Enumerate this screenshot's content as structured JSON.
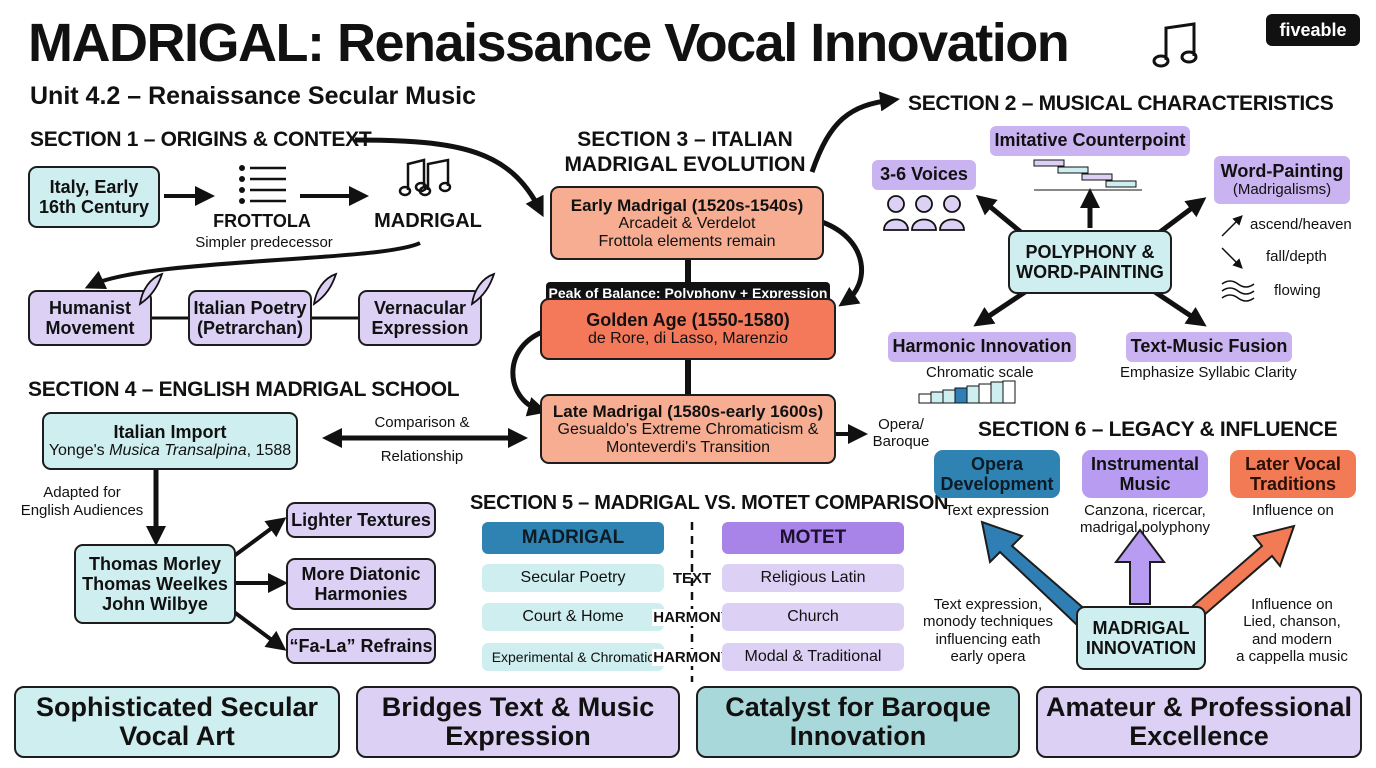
{
  "header": {
    "title": "MADRIGAL: Renaissance Vocal Innovation",
    "subtitle": "Unit 4.2 – Renaissance Secular Music",
    "brand": "fiveable"
  },
  "section1": {
    "title": "SECTION 1 – ORIGINS & CONTEXT",
    "italy": "Italy, Early 16th Century",
    "frottola": "FROTTOLA",
    "frottola_sub": "Simpler predecessor",
    "madrigal": "MADRIGAL",
    "influences": [
      "Humanist Movement",
      "Italian Poetry (Petrarchan)",
      "Vernacular Expression"
    ]
  },
  "section2": {
    "title": "SECTION 2 – MUSICAL CHARACTERISTICS",
    "center": "POLYPHONY & WORD-PAINTING",
    "voices": "3-6 Voices",
    "imitative": "Imitative Counterpoint",
    "word_painting": "Word-Painting",
    "word_painting_sub": "(Madrigalisms)",
    "wp_examples": [
      "ascend/heaven",
      "fall/depth",
      "flowing"
    ],
    "harmonic": "Harmonic Innovation",
    "harmonic_sub": "Chromatic scale",
    "text_music": "Text-Music Fusion",
    "text_music_sub": "Emphasize Syllabic Clarity"
  },
  "section3": {
    "title": "SECTION 3 – ITALIAN MADRIGAL EVOLUTION",
    "early_title": "Early Madrigal (1520s-1540s)",
    "early_lines": [
      "Arcadeit & Verdelot",
      "Frottola elements remain"
    ],
    "peak_label": "Peak of Balance: Polyphony + Expression",
    "golden_title": "Golden Age (1550-1580)",
    "golden_line": "de Rore, di Lasso, Marenzio",
    "late_title": "Late Madrigal (1580s-early 1600s)",
    "late_lines": [
      "Gesualdo's Extreme Chromaticism &",
      "Monteverdi's Transition"
    ],
    "opera_baroque": [
      "Opera/",
      "Baroque"
    ]
  },
  "section4": {
    "title": "SECTION 4 – ENGLISH MADRIGAL SCHOOL",
    "import_title": "Italian Import",
    "import_prefix": "Yonge's ",
    "import_italic": "Musica Transalpina",
    "import_suffix": ", 1588",
    "comparison": [
      "Comparison &",
      "Relationship"
    ],
    "adapted": [
      "Adapted for",
      "English Audiences"
    ],
    "composers": [
      "Thomas Morley",
      "Thomas Weelkes",
      "John Wilbye"
    ],
    "features": [
      "Lighter Textures",
      "More Diatonic Harmonies",
      "“Fa-La” Refrains"
    ]
  },
  "section5": {
    "title": "SECTION 5 – MADRIGAL VS. MOTET COMPARISON",
    "left_header": "MADRIGAL",
    "right_header": "MOTET",
    "rows": [
      {
        "left": "Secular Poetry",
        "mid": "TEXT",
        "right": "Religious Latin"
      },
      {
        "left": "Court & Home",
        "mid": "HARMONY",
        "right": "Church"
      },
      {
        "left": "Experimental & Chromatic",
        "mid": "HARMONY",
        "right": "Modal & Traditional"
      }
    ]
  },
  "section6": {
    "title": "SECTION 6 – LEGACY & INFLUENCE",
    "center": [
      "MADRIGAL",
      "INNOVATION"
    ],
    "opera": "Opera Development",
    "opera_sub": "Text expression",
    "instrumental": "Instrumental Music",
    "instrumental_sub": [
      "Canzona, ricercar,",
      "madrigal polyphony"
    ],
    "later": "Later Vocal Traditions",
    "later_sub": "Influence on",
    "left_note": [
      "Text expression,",
      "monody techniques",
      "influencing eath",
      "early opera"
    ],
    "right_note": [
      "Influence on",
      "Lied, chanson,",
      "and modern",
      "a cappella music"
    ]
  },
  "footer": [
    {
      "line1": "Sophisticated Secular",
      "line2": "Vocal Art"
    },
    {
      "line1": "Bridges Text & Music",
      "line2": "Expression"
    },
    {
      "line1": "Catalyst for Baroque",
      "line2": "Innovation"
    },
    {
      "line1": "Amateur & Professional",
      "line2": "Excellence"
    }
  ],
  "colors": {
    "teal": "#cfeef0",
    "lavender": "#dcd0f4",
    "salmon": "#f7ad92",
    "coral": "#f4785a",
    "blue_header": "#2f83b3",
    "purple_header": "#a884e8",
    "arrow_blue": "#2f7fb5",
    "arrow_purple": "#b79cf2",
    "arrow_orange": "#f27a55"
  }
}
